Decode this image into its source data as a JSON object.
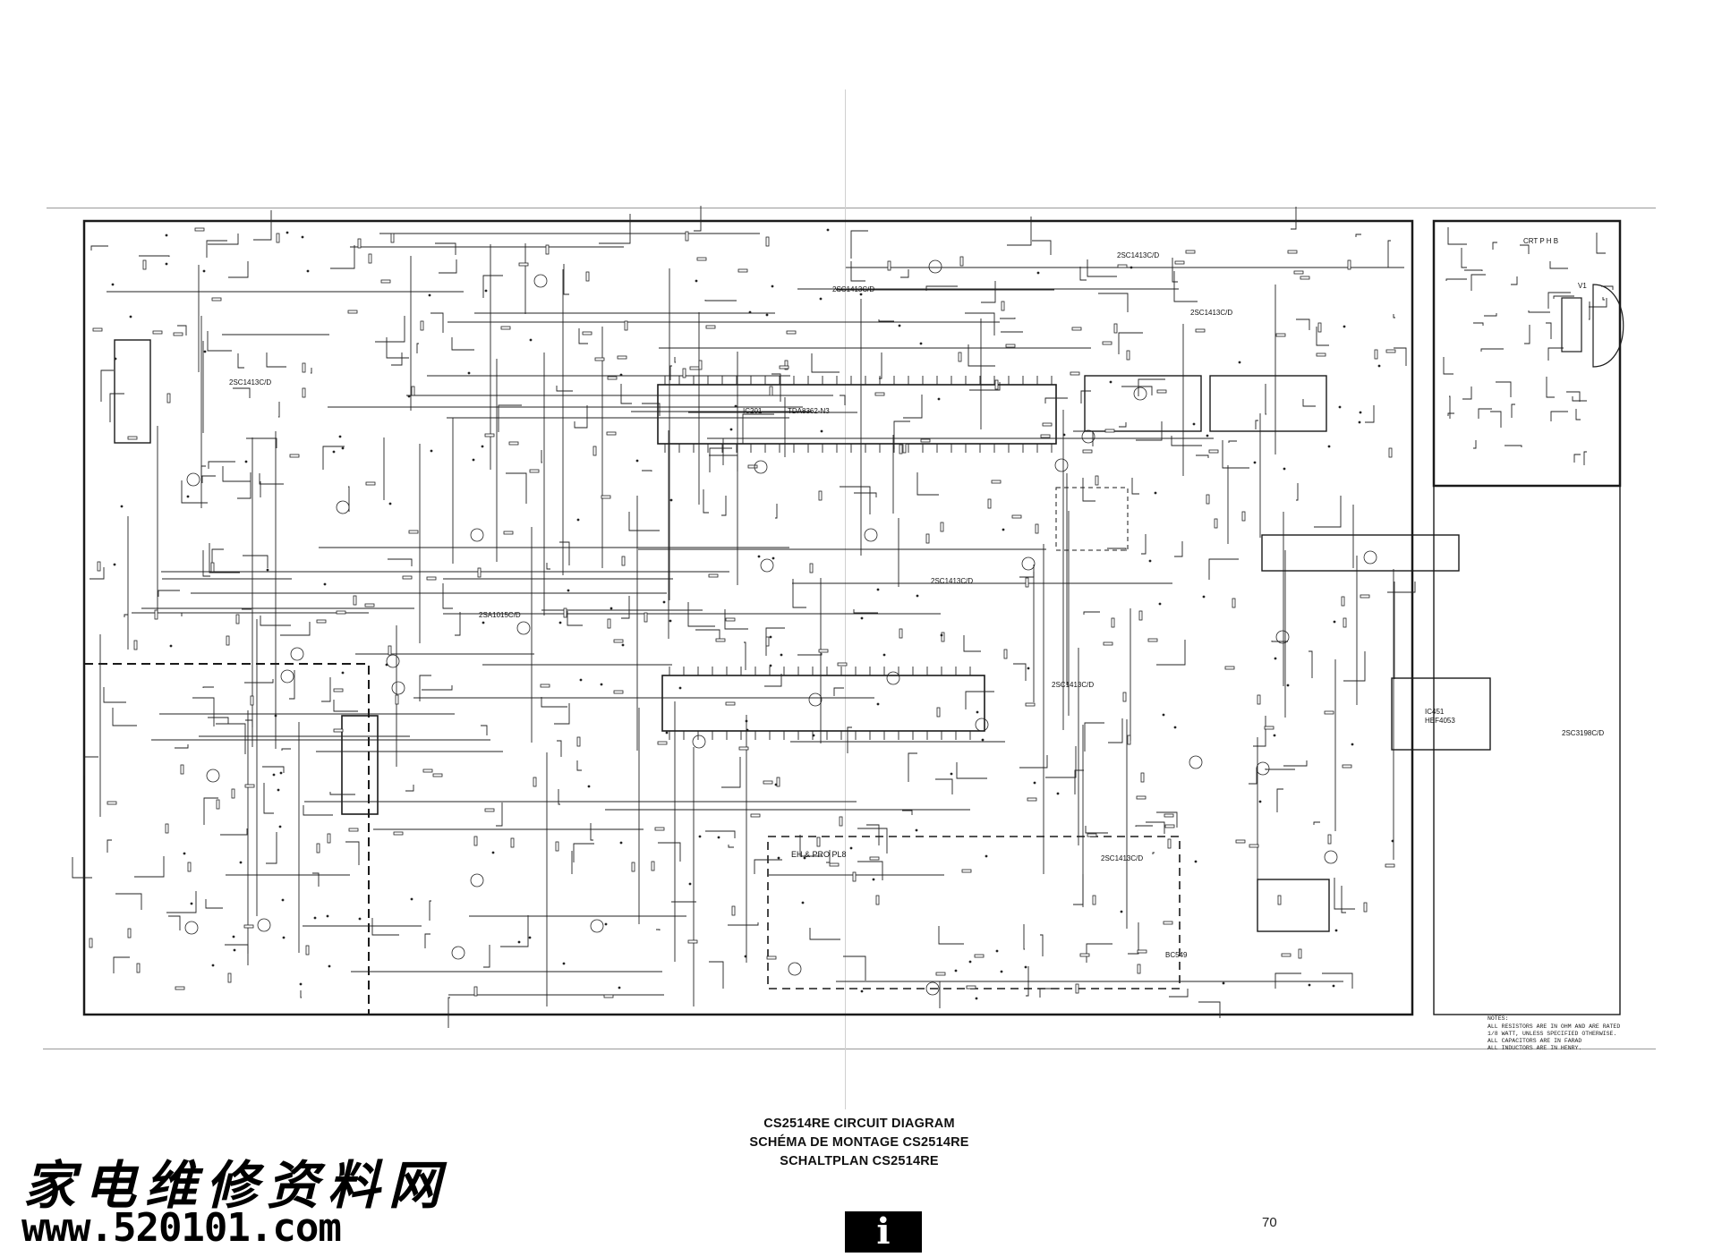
{
  "captions": {
    "en": "CS2514RE CIRCUIT DIAGRAM",
    "fr": "SCHÉMA DE MONTAGE CS2514RE",
    "de": "SCHALTPLAN CS2514RE"
  },
  "watermark": {
    "chinese": "家电维修资料网",
    "url": "www.520101.com"
  },
  "logo": {
    "glyph": "i"
  },
  "page_number": "70",
  "schematic": {
    "ic_labels": [
      "IC201",
      "TDA8362-N3",
      "IC451",
      "HEF4053"
    ],
    "transistor_labels": [
      "2SC1413C/D",
      "2SC1413C/D",
      "2SA1015C/D",
      "2SC1413C/D",
      "2SC1413C/D",
      "2SC1413C/D",
      "2SC1413C/D",
      "2SC1413C/D",
      "2SC3198C/D",
      "BC549"
    ],
    "block_labels": [
      "EH & PRO PL8",
      "CRT P H B",
      "V1"
    ],
    "notes": {
      "heading": "NOTES:",
      "lines": [
        "ALL RESISTORS ARE IN OHM AND ARE RATED",
        "1/8 WATT, UNLESS SPECIFIED OTHERWISE.",
        "ALL CAPACITORS ARE IN FARAD",
        "ALL INDUCTORS ARE IN HENRY."
      ]
    }
  }
}
